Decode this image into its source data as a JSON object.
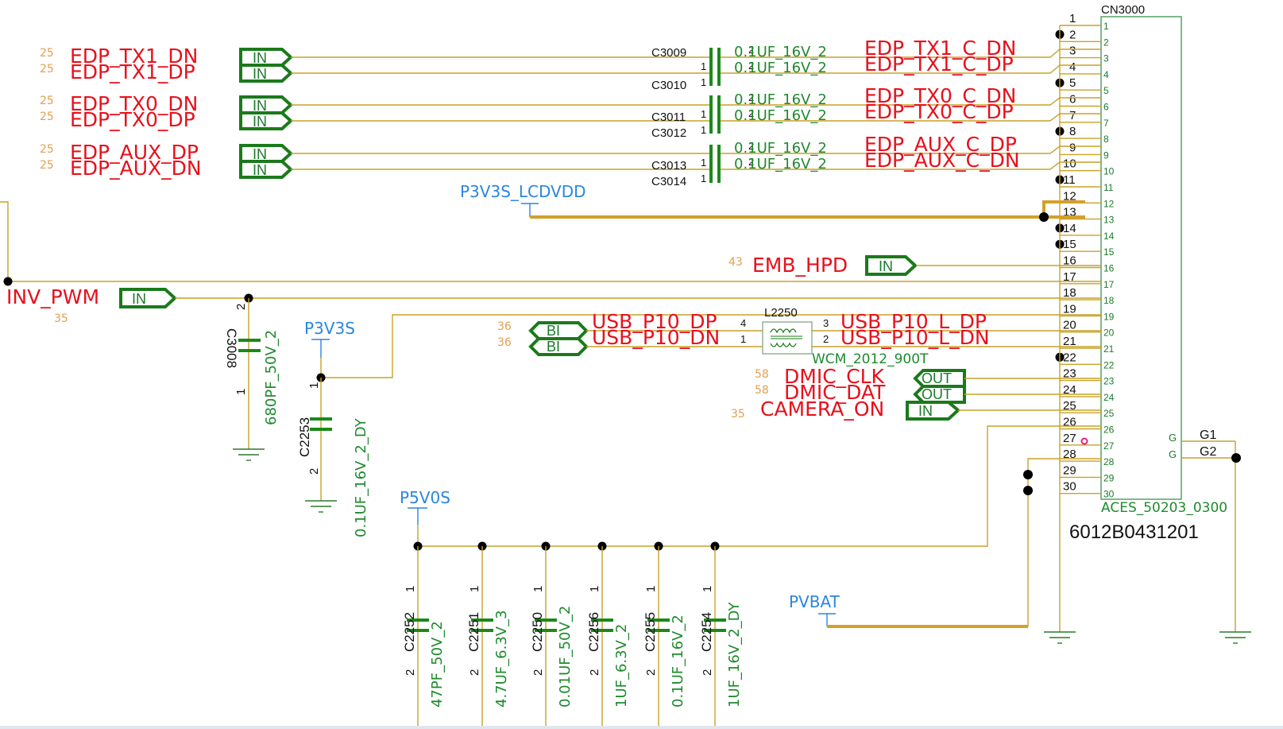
{
  "connector": {
    "refdes": "CN3000",
    "part": "ACES_50203_0300",
    "partnumber": "6012B0431201",
    "pins": [
      "1",
      "2",
      "3",
      "4",
      "5",
      "6",
      "7",
      "8",
      "9",
      "10",
      "11",
      "12",
      "13",
      "14",
      "15",
      "16",
      "17",
      "18",
      "19",
      "20",
      "21",
      "22",
      "23",
      "24",
      "25",
      "26",
      "27",
      "28",
      "29",
      "30"
    ],
    "ground_pins": [
      "G1",
      "G2"
    ],
    "ground_pin_inner_label": "G"
  },
  "edp_inputs": [
    {
      "page": "25",
      "net": "EDP_TX1_DN",
      "port": "IN"
    },
    {
      "page": "25",
      "net": "EDP_TX1_DP",
      "port": "IN"
    },
    {
      "page": "25",
      "net": "EDP_TX0_DN",
      "port": "IN"
    },
    {
      "page": "25",
      "net": "EDP_TX0_DP",
      "port": "IN"
    },
    {
      "page": "25",
      "net": "EDP_AUX_DP",
      "port": "IN"
    },
    {
      "page": "25",
      "net": "EDP_AUX_DN",
      "port": "IN"
    }
  ],
  "coupling_caps": [
    {
      "refdes": "C3009",
      "value": "0.1UF_16V_2",
      "pin1": "1",
      "pin2": "2"
    },
    {
      "refdes": "C3010",
      "value": "0.1UF_16V_2",
      "pin1": "1",
      "pin2": "2"
    },
    {
      "refdes": "C3011",
      "value": "0.1UF_16V_2",
      "pin1": "1",
      "pin2": "2"
    },
    {
      "refdes": "C3012",
      "value": "0.1UF_16V_2",
      "pin1": "1",
      "pin2": "2"
    },
    {
      "refdes": "C3013",
      "value": "0.1UF_16V_2",
      "pin1": "1",
      "pin2": "2"
    },
    {
      "refdes": "C3014",
      "value": "0.1UF_16V_2",
      "pin1": "1",
      "pin2": "2"
    }
  ],
  "edp_outputs": [
    "EDP_TX1_C_DN",
    "EDP_TX1_C_DP",
    "EDP_TX0_C_DN",
    "EDP_TX0_C_DP",
    "EDP_AUX_C_DP",
    "EDP_AUX_C_DN"
  ],
  "power": {
    "lcdvdd": "P3V3S_LCDVDD",
    "p3v3s": "P3V3S",
    "p5v0s": "P5V0S",
    "pvbat": "PVBAT"
  },
  "emb_hpd": {
    "page": "43",
    "net": "EMB_HPD",
    "port": "IN"
  },
  "inv_pwm": {
    "page": "35",
    "net": "INV_PWM",
    "port": "IN"
  },
  "c3008": {
    "refdes": "C3008",
    "value": "680PF_50V_2",
    "pin1": "1",
    "pin2": "2"
  },
  "c2253": {
    "refdes": "C2253",
    "value": "0.1UF_16V_2_DY",
    "pin1": "1",
    "pin2": "2"
  },
  "usb": [
    {
      "page": "36",
      "net": "USB_P10_DP",
      "port": "BI",
      "out": "USB_P10_L_DP",
      "pin_in": "4",
      "pin_out": "3"
    },
    {
      "page": "36",
      "net": "USB_P10_DN",
      "port": "BI",
      "out": "USB_P10_L_DN",
      "pin_in": "1",
      "pin_out": "2"
    }
  ],
  "choke": {
    "refdes": "L2250",
    "value": "WCM_2012_900T"
  },
  "dmic": [
    {
      "page": "58",
      "net": "DMIC_CLK",
      "port": "OUT"
    },
    {
      "page": "58",
      "net": "DMIC_DAT",
      "port": "OUT"
    }
  ],
  "camera": {
    "page": "35",
    "net": "CAMERA_ON",
    "port": "IN"
  },
  "decoupling": [
    {
      "refdes": "C2252",
      "value": "47PF_50V_2",
      "pin1": "1",
      "pin2": "2"
    },
    {
      "refdes": "C2251",
      "value": "4.7UF_6.3V_3",
      "pin1": "1",
      "pin2": "2"
    },
    {
      "refdes": "C2250",
      "value": "0.01UF_50V_2",
      "pin1": "1",
      "pin2": "2"
    },
    {
      "refdes": "C2256",
      "value": "1UF_6.3V_2",
      "pin1": "1",
      "pin2": "2"
    },
    {
      "refdes": "C2255",
      "value": "0.1UF_16V_2",
      "pin1": "1",
      "pin2": "2"
    },
    {
      "refdes": "C2254",
      "value": "1UF_16V_2_DY",
      "pin1": "1",
      "pin2": "2"
    }
  ],
  "colors": {
    "net_label": "#e8101c",
    "page_ref": "#e0a050",
    "power_label": "#2a86e0",
    "wire": "#c9a227",
    "component": "#1a7a1a",
    "nc_marker": "#e8207a"
  }
}
